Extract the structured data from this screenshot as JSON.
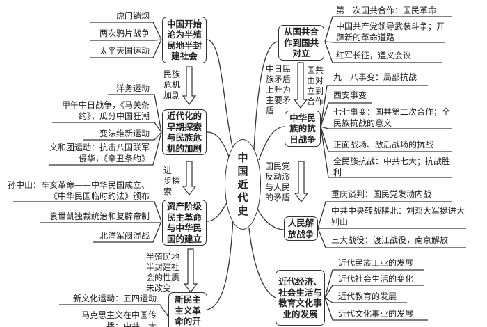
{
  "center": "中国近代史",
  "left": [
    {
      "box": "中国开始沦为半殖民地半封建社会",
      "items": [
        "虎门销烟",
        "两次鸦片战争",
        "太平天国运动"
      ]
    },
    {
      "box": "近代化的早期探索与民族危机的加剧",
      "items": [
        "洋务运动",
        "甲午中日战争，《马关条约》，瓜分中国狂潮",
        "变法维新运动",
        "义和团运动：抗击八国联军侵华，《辛丑条约》"
      ]
    },
    {
      "box": "资产阶级民主革命与中华民国的建立",
      "items": [
        "孙中山：辛亥革命——中华民国成立、《中华民国临时约法》颁布",
        "袁世凯独裁统治和复辟帝制",
        "北洋军阀混战"
      ]
    },
    {
      "box": "新民主主义革命的开",
      "items": [
        "新文化运动：五四运动",
        "马克思主义在中国传播；中共一大"
      ]
    }
  ],
  "left_arrows": [
    "民族危机加剧",
    "进一步探索",
    "半殖民地半封建社会的性质未改变"
  ],
  "right": [
    {
      "box": "从国共合作到国共对立",
      "items": [
        "第一次国共合作：国民革命",
        "中国共产党领导武装斗争；开辟新的革命道路",
        "红军长征，遵义会议"
      ]
    },
    {
      "box": "中华民族的抗日战争",
      "items": [
        "九一八事变：局部抗战",
        "西安事变",
        "七七事变：国共第二次合作；全民族抗战的意义",
        "正面战场、敌后战场的抗战",
        "全民族抗战：中共七大；抗战胜利"
      ]
    },
    {
      "box": "人民解放战争",
      "items": [
        "重庆谈判：国民党发动内战",
        "中共中央转战陕北：刘邓大军挺进大别山",
        "三大战役：渡江战役，南京解放"
      ]
    },
    {
      "box": "近代经济、社会生活与教育文化事业的发展",
      "items": [
        "近代民族工业的发展",
        "近代社会生活的变化",
        "近代教育的发展",
        "近代文化事业的发展"
      ]
    }
  ],
  "right_arrows": {
    "a1_left": "中日民族矛盾上升为主要矛盾",
    "a1_right": "国共由对立到合作",
    "a2": "国民党反动派与人民的矛盾"
  }
}
